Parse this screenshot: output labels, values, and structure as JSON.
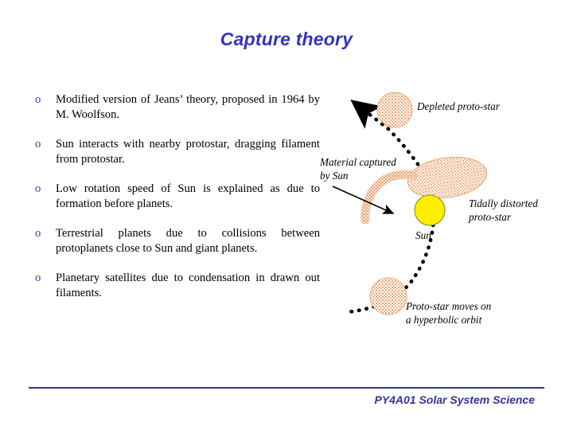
{
  "slide": {
    "title": "Capture theory",
    "title_color": "#3333bb",
    "background": "#ffffff"
  },
  "bullets": {
    "marker": "o",
    "marker_color": "#3b3b9e",
    "items": [
      "Modified version of Jeans’ theory, proposed in 1964 by M. Woolfson.",
      "Sun interacts with nearby protostar, dragging filament from protostar.",
      "Low rotation speed of Sun is explained as due to formation before planets.",
      "Terrestrial planets due to collisions between protoplanets close to Sun and giant planets.",
      "Planetary satellites due to condensation in drawn out filaments."
    ]
  },
  "diagram": {
    "name": "capture-theory-diagram",
    "colors": {
      "protostar_stipple": "#e8955a",
      "protostar_fill": "#ffffff",
      "sun_fill": "#ffee00",
      "sun_stroke": "#8a8a2a",
      "orbit_dots": "#000000",
      "arrow": "#000000"
    },
    "labels": {
      "depleted_protostar": "Depleted proto-star",
      "material_captured_line1": "Material captured",
      "material_captured_line2": "by Sun",
      "tidally_distorted_line1": "Tidally distorted",
      "tidally_distorted_line2": "proto-star",
      "sun": "Sun",
      "orbit_line1": "Proto-star moves on",
      "orbit_line2": "a hyperbolic orbit"
    }
  },
  "footer": {
    "text": "PY4A01 Solar System Science",
    "color": "#333399"
  }
}
